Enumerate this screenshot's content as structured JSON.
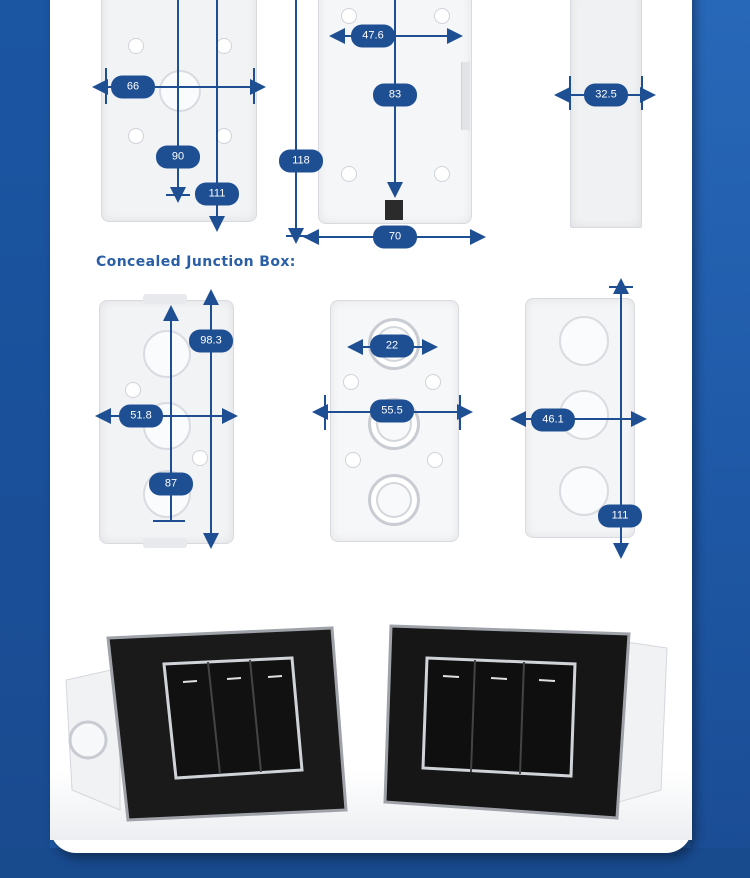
{
  "section": {
    "title": "Concealed Junction Box:"
  },
  "dimensions": {
    "top_left": {
      "width": "66",
      "height_inner": "90",
      "height_outer": "111"
    },
    "top_middle": {
      "hole_spacing": "47.6",
      "inner": "83",
      "height": "118",
      "width": "70"
    },
    "top_right": {
      "depth": "32.5"
    },
    "concealed_left": {
      "depth": "98.3",
      "width": "51.8",
      "height": "87"
    },
    "concealed_middle": {
      "knockout": "22",
      "width": "55.5"
    },
    "concealed_right": {
      "depth": "46.1",
      "height": "111"
    }
  },
  "colors": {
    "brand_blue": "#1f4f93",
    "background": "#1d5aa6",
    "title": "#2a5fa8"
  },
  "products": [
    {
      "name": "switch-3-gang-left",
      "gangs": 3
    },
    {
      "name": "switch-3-gang-right",
      "gangs": 3
    }
  ]
}
